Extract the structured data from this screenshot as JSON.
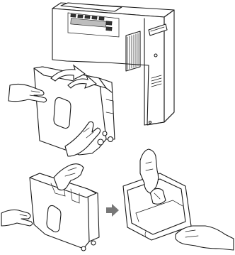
{
  "figure": {
    "panels": [
      "dehumidifier-water-tank-removal",
      "tank-held-front-view",
      "tank-emptying-tilted"
    ],
    "icons": [
      "arrow-right-icon",
      "curved-pull-arrow-icon"
    ],
    "colors": {
      "line": "#1a1a1a",
      "fill": "#ffffff",
      "accent": "#777777"
    }
  }
}
